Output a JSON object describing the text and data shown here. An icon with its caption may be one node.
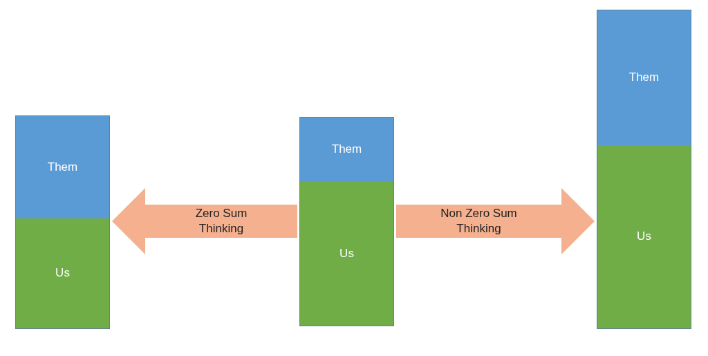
{
  "diagram": {
    "nodes": [
      {
        "text": [],
        "shape": "bar"
      },
      {
        "text": [
          "Them"
        ],
        "in": 0
      },
      {
        "text": [
          "Us"
        ],
        "in": 0
      },
      {
        "text": [],
        "shape": "bar"
      },
      {
        "text": [
          "Them"
        ],
        "in": 3
      },
      {
        "text": [
          "Us"
        ],
        "in": 3
      },
      {
        "text": [],
        "shape": "bar"
      },
      {
        "text": [
          "Them"
        ],
        "in": 6
      },
      {
        "text": [
          "Us"
        ],
        "in": 6
      }
    ],
    "edges": [
      {
        "from": 3,
        "to": 0,
        "arrow": "to",
        "label": "Zero Sum Thinking"
      },
      {
        "from": 3,
        "to": 6,
        "arrow": "to",
        "label": "Non Zero Sum Thinking"
      }
    ]
  }
}
